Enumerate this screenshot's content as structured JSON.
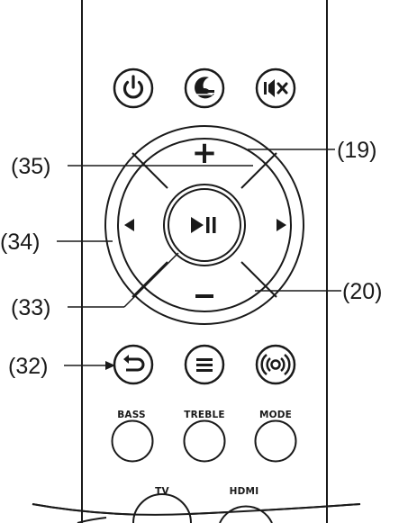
{
  "remote": {
    "top_row": {
      "power_icon": "power-icon",
      "night_icon": "night-mode-icon",
      "mute_icon": "mute-icon"
    },
    "dpad": {
      "up_symbol": "+",
      "down_symbol": "−",
      "left_icon": "arrow-left-icon",
      "right_icon": "arrow-right-icon",
      "center_icon": "play-pause-icon"
    },
    "row_two": {
      "back_icon": "back-icon",
      "menu_icon": "menu-icon",
      "surround_icon": "surround-icon"
    },
    "sound_labels": {
      "bass": "BASS",
      "treble": "TREBLE",
      "mode": "MODE"
    },
    "input_labels": {
      "tv": "TV",
      "hdmi": "HDMI"
    }
  },
  "callouts": {
    "c19": "(19)",
    "c35": "(35)",
    "c34": "(34)",
    "c33": "(33)",
    "c20": "(20)",
    "c32": "(32)"
  },
  "colors": {
    "outline": "#1a1a1a",
    "background": "#ffffff",
    "fill": "#ffffff"
  }
}
